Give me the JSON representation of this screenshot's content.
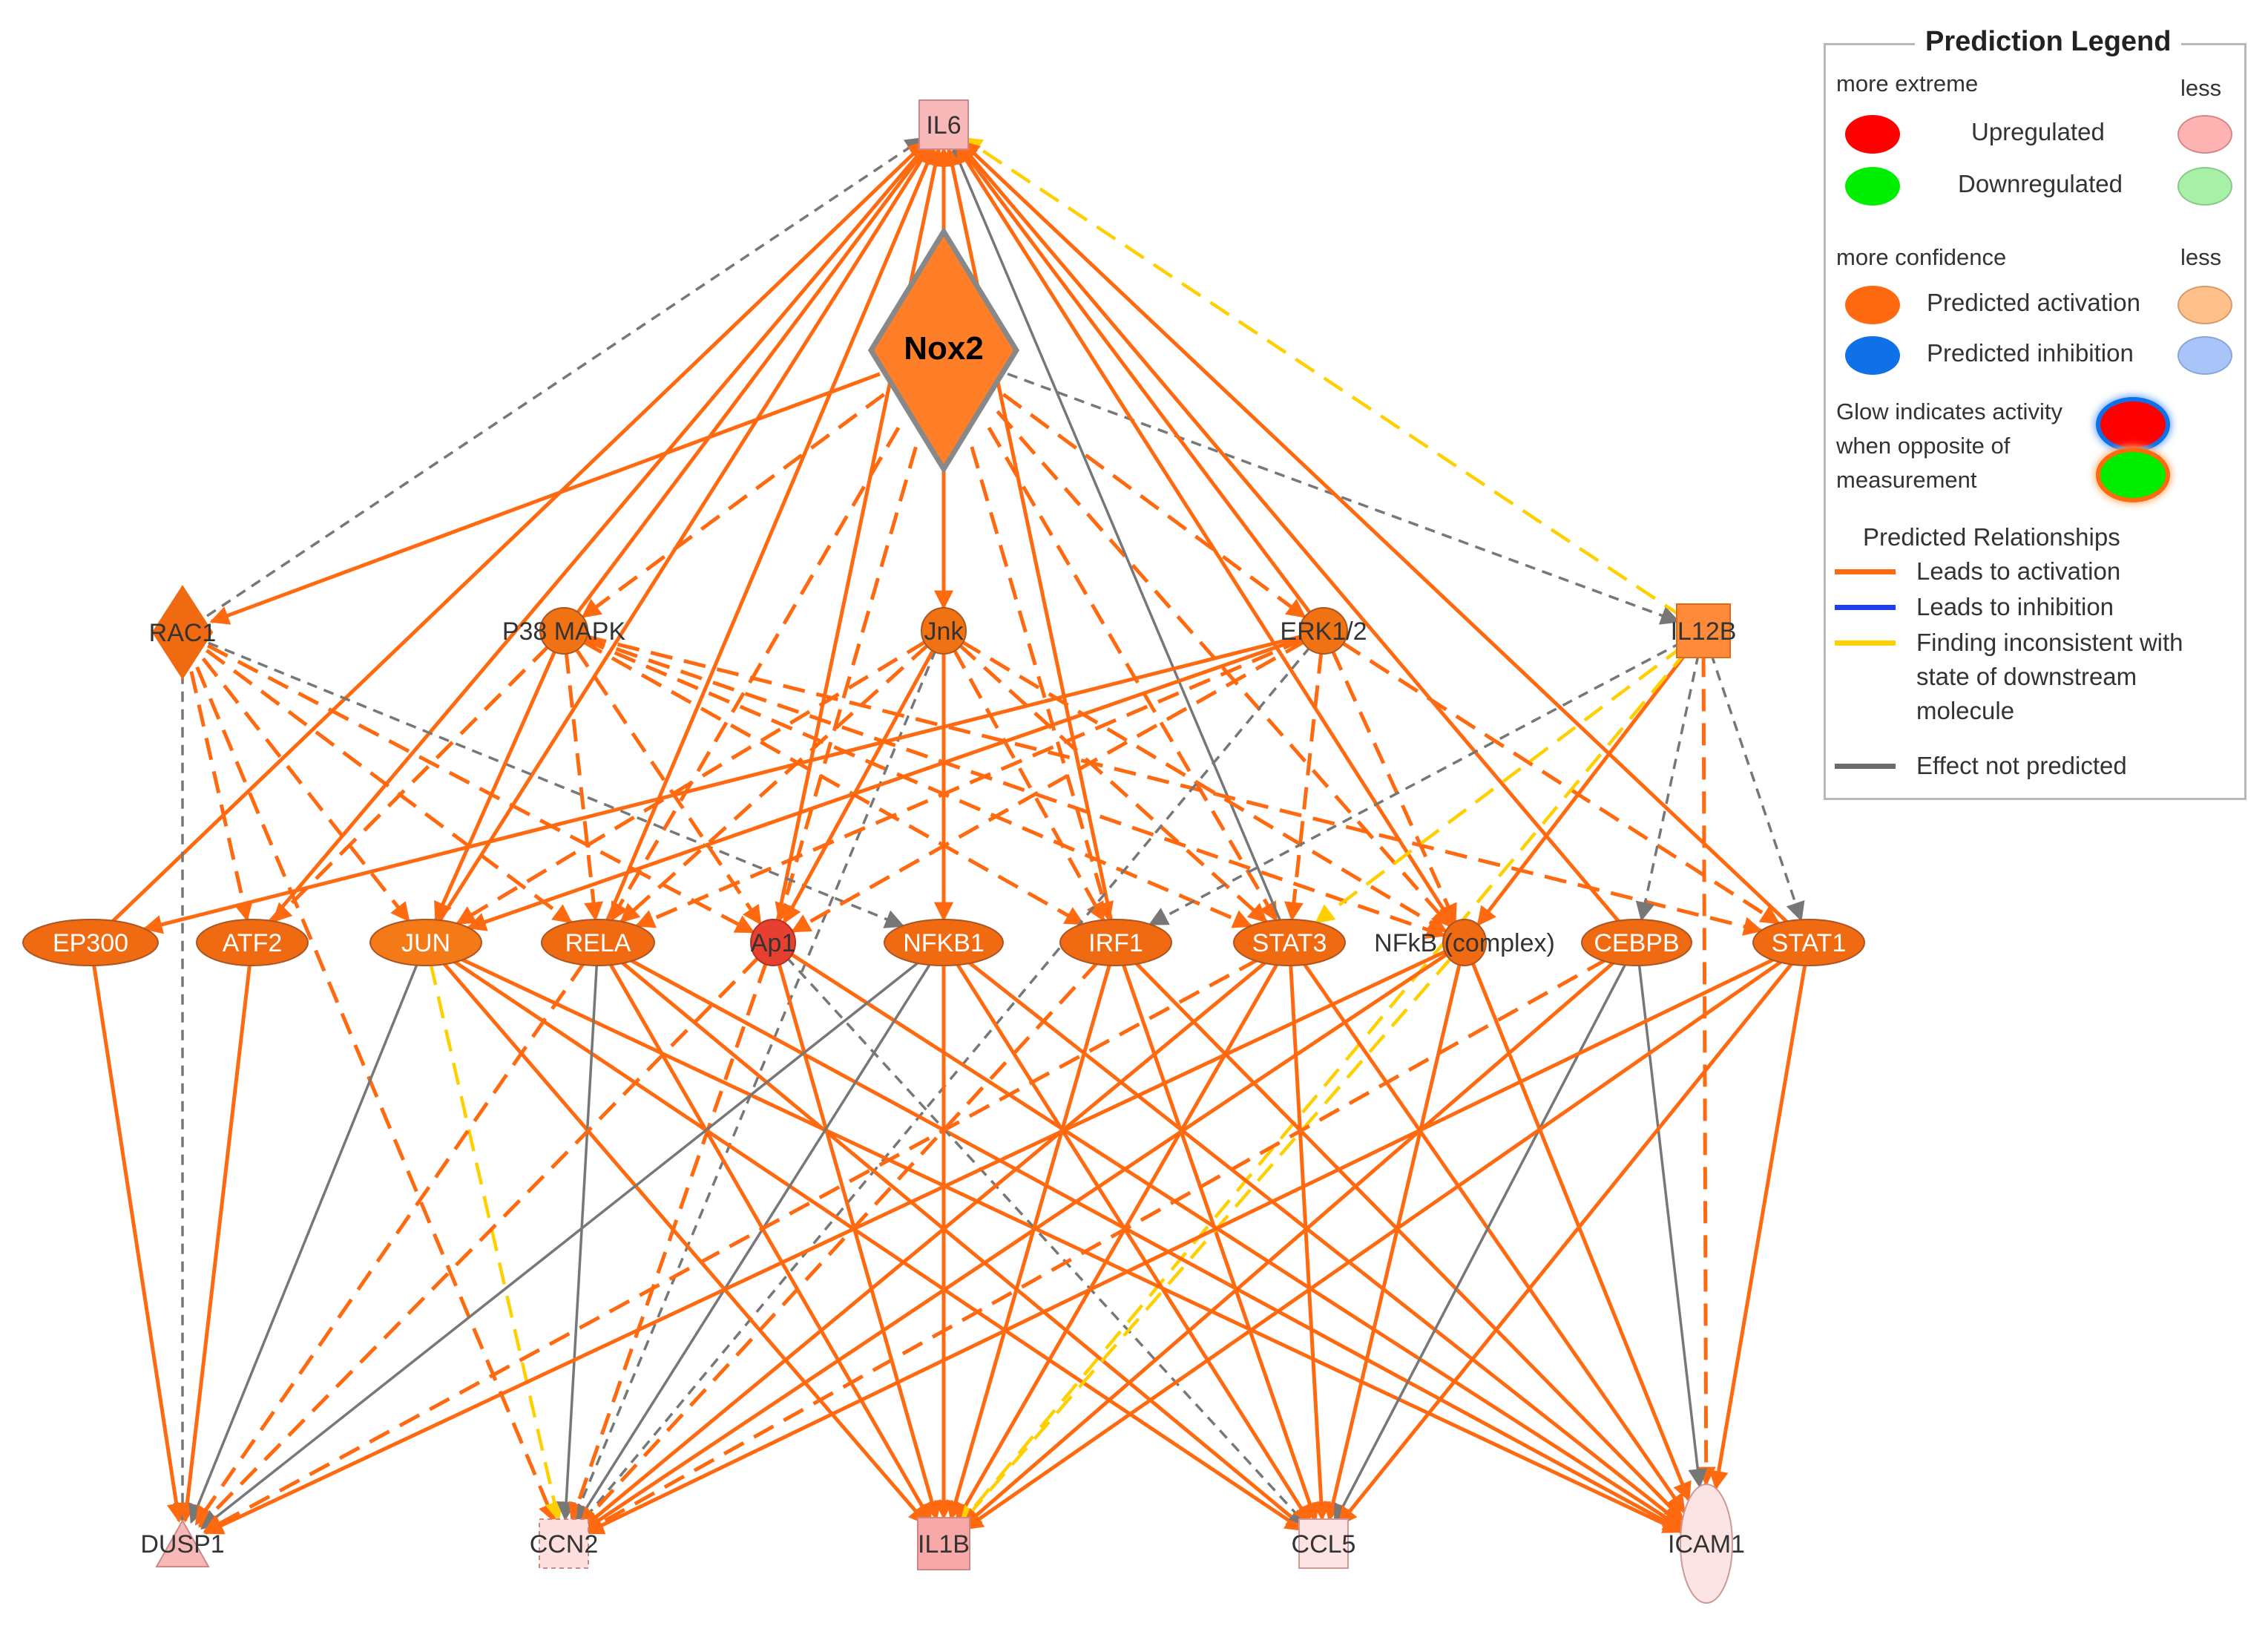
{
  "diagram": {
    "center_node": "Nox2",
    "nodes": [
      {
        "id": "IL6",
        "label": "IL6",
        "shape": "square",
        "fill": "#f9b8b8",
        "stroke": "#cc8888"
      },
      {
        "id": "Nox2",
        "label": "Nox2",
        "shape": "diamond",
        "fill": "#ff7e28",
        "stroke": "#888888"
      },
      {
        "id": "RAC1",
        "label": "RAC1",
        "shape": "diamond",
        "fill": "#f06a12",
        "stroke": "#f06a12"
      },
      {
        "id": "P38MAPK",
        "label": "P38 MAPK",
        "shape": "ellipse",
        "fill": "#f07212",
        "stroke": "#aa5522"
      },
      {
        "id": "Jnk",
        "label": "Jnk",
        "shape": "ellipse",
        "fill": "#f07212",
        "stroke": "#aa5522"
      },
      {
        "id": "ERK12",
        "label": "ERK1/2",
        "shape": "ellipse",
        "fill": "#f07212",
        "stroke": "#aa5522"
      },
      {
        "id": "IL12B",
        "label": "IL12B",
        "shape": "square",
        "fill": "#ff8a3a",
        "stroke": "#dd6a1a"
      },
      {
        "id": "EP300",
        "label": "EP300",
        "shape": "ellipse",
        "fill": "#f06a12",
        "stroke": "#aa5522"
      },
      {
        "id": "ATF2",
        "label": "ATF2",
        "shape": "ellipse",
        "fill": "#f06a12",
        "stroke": "#aa5522"
      },
      {
        "id": "JUN",
        "label": "JUN",
        "shape": "ellipse",
        "fill": "#f47a18",
        "stroke": "#aa5522"
      },
      {
        "id": "RELA",
        "label": "RELA",
        "shape": "ellipse",
        "fill": "#f06a12",
        "stroke": "#aa5522"
      },
      {
        "id": "Ap1",
        "label": "Ap1",
        "shape": "ellipse",
        "fill": "#e84030",
        "stroke": "#aa3322"
      },
      {
        "id": "NFKB1",
        "label": "NFKB1",
        "shape": "ellipse",
        "fill": "#f06a12",
        "stroke": "#aa5522"
      },
      {
        "id": "IRF1",
        "label": "IRF1",
        "shape": "ellipse",
        "fill": "#f06a12",
        "stroke": "#aa5522"
      },
      {
        "id": "STAT3",
        "label": "STAT3",
        "shape": "ellipse",
        "fill": "#f06a12",
        "stroke": "#aa5522"
      },
      {
        "id": "NFkB",
        "label": "NFkB (complex)",
        "shape": "ellipse",
        "fill": "#f06a12",
        "stroke": "#aa5522"
      },
      {
        "id": "CEBPB",
        "label": "CEBPB",
        "shape": "ellipse",
        "fill": "#f06a12",
        "stroke": "#aa5522"
      },
      {
        "id": "STAT1",
        "label": "STAT1",
        "shape": "ellipse",
        "fill": "#f06a12",
        "stroke": "#aa5522"
      },
      {
        "id": "DUSP1",
        "label": "DUSP1",
        "shape": "triangle",
        "fill": "#f9b8b8",
        "stroke": "#cc8888"
      },
      {
        "id": "CCN2",
        "label": "CCN2",
        "shape": "dashed-square",
        "fill": "#fde0de",
        "stroke": "#cc8888"
      },
      {
        "id": "IL1B",
        "label": "IL1B",
        "shape": "square",
        "fill": "#f9a8a8",
        "stroke": "#cc8888"
      },
      {
        "id": "CCL5",
        "label": "CCL5",
        "shape": "square",
        "fill": "#fde4e4",
        "stroke": "#cc9999"
      },
      {
        "id": "ICAM1",
        "label": "ICAM1",
        "shape": "tall-ellipse",
        "fill": "#fde4e4",
        "stroke": "#cc9999"
      }
    ],
    "edges": [
      [
        "Nox2",
        "IL6",
        "a",
        "s"
      ],
      [
        "Nox2",
        "RAC1",
        "a",
        "s"
      ],
      [
        "Nox2",
        "P38MAPK",
        "a",
        "d"
      ],
      [
        "Nox2",
        "Jnk",
        "a",
        "s"
      ],
      [
        "Nox2",
        "ERK12",
        "a",
        "d"
      ],
      [
        "Nox2",
        "IL12B",
        "n",
        "d"
      ],
      [
        "Nox2",
        "RELA",
        "a",
        "d"
      ],
      [
        "Nox2",
        "Ap1",
        "a",
        "d"
      ],
      [
        "Nox2",
        "NFKB1",
        "a",
        "s"
      ],
      [
        "Nox2",
        "IRF1",
        "a",
        "d"
      ],
      [
        "Nox2",
        "STAT3",
        "a",
        "d"
      ],
      [
        "Nox2",
        "NFkB",
        "a",
        "d"
      ],
      [
        "Nox2",
        "IL1B",
        "a",
        "d"
      ],
      [
        "RAC1",
        "IL6",
        "n",
        "d"
      ],
      [
        "IL12B",
        "IL6",
        "y",
        "d"
      ],
      [
        "STAT3",
        "IL6",
        "n",
        "s"
      ],
      [
        "NFkB",
        "IL6",
        "a",
        "s"
      ],
      [
        "NFKB1",
        "IL6",
        "a",
        "s"
      ],
      [
        "RELA",
        "IL6",
        "a",
        "s"
      ],
      [
        "JUN",
        "IL6",
        "a",
        "s"
      ],
      [
        "EP300",
        "IL6",
        "a",
        "s"
      ],
      [
        "CEBPB",
        "IL6",
        "a",
        "s"
      ],
      [
        "STAT1",
        "IL6",
        "a",
        "s"
      ],
      [
        "Ap1",
        "IL6",
        "a",
        "s"
      ],
      [
        "ERK12",
        "IL6",
        "a",
        "s"
      ],
      [
        "P38MAPK",
        "IL6",
        "a",
        "s"
      ],
      [
        "Jnk",
        "IL6",
        "a",
        "s"
      ],
      [
        "IRF1",
        "IL6",
        "a",
        "s"
      ],
      [
        "ATF2",
        "IL6",
        "a",
        "s"
      ],
      [
        "RAC1",
        "ATF2",
        "a",
        "d"
      ],
      [
        "RAC1",
        "JUN",
        "a",
        "d"
      ],
      [
        "RAC1",
        "RELA",
        "a",
        "d"
      ],
      [
        "RAC1",
        "Ap1",
        "a",
        "d"
      ],
      [
        "RAC1",
        "NFKB1",
        "n",
        "d"
      ],
      [
        "RAC1",
        "DUSP1",
        "n",
        "d"
      ],
      [
        "RAC1",
        "CCN2",
        "a",
        "d"
      ],
      [
        "P38MAPK",
        "JUN",
        "a",
        "s"
      ],
      [
        "P38MAPK",
        "ATF2",
        "a",
        "d"
      ],
      [
        "P38MAPK",
        "RELA",
        "a",
        "d"
      ],
      [
        "P38MAPK",
        "STAT3",
        "a",
        "d"
      ],
      [
        "P38MAPK",
        "STAT1",
        "a",
        "d"
      ],
      [
        "P38MAPK",
        "NFkB",
        "a",
        "d"
      ],
      [
        "P38MAPK",
        "IRF1",
        "a",
        "d"
      ],
      [
        "P38MAPK",
        "Ap1",
        "a",
        "d"
      ],
      [
        "Jnk",
        "JUN",
        "a",
        "d"
      ],
      [
        "Jnk",
        "Ap1",
        "a",
        "s"
      ],
      [
        "Jnk",
        "NFKB1",
        "a",
        "s"
      ],
      [
        "Jnk",
        "STAT3",
        "a",
        "d"
      ],
      [
        "Jnk",
        "RELA",
        "a",
        "d"
      ],
      [
        "Jnk",
        "NFkB",
        "a",
        "d"
      ],
      [
        "Jnk",
        "IRF1",
        "a",
        "d"
      ],
      [
        "Jnk",
        "CCN2",
        "n",
        "d"
      ],
      [
        "ERK12",
        "JUN",
        "a",
        "s"
      ],
      [
        "ERK12",
        "EP300",
        "a",
        "s"
      ],
      [
        "ERK12",
        "STAT3",
        "a",
        "d"
      ],
      [
        "ERK12",
        "RELA",
        "a",
        "d"
      ],
      [
        "ERK12",
        "Ap1",
        "a",
        "d"
      ],
      [
        "ERK12",
        "NFkB",
        "a",
        "d"
      ],
      [
        "ERK12",
        "CCN2",
        "n",
        "d"
      ],
      [
        "ERK12",
        "STAT1",
        "a",
        "d"
      ],
      [
        "IL12B",
        "STAT3",
        "y",
        "d"
      ],
      [
        "IL12B",
        "NFkB",
        "a",
        "s"
      ],
      [
        "IL12B",
        "CEBPB",
        "n",
        "d"
      ],
      [
        "IL12B",
        "STAT1",
        "n",
        "d"
      ],
      [
        "IL12B",
        "IRF1",
        "n",
        "d"
      ],
      [
        "IL12B",
        "ICAM1",
        "a",
        "d"
      ],
      [
        "IL12B",
        "IL1B",
        "y",
        "d"
      ],
      [
        "EP300",
        "DUSP1",
        "a",
        "s"
      ],
      [
        "ATF2",
        "DUSP1",
        "a",
        "s"
      ],
      [
        "JUN",
        "DUSP1",
        "n",
        "s"
      ],
      [
        "JUN",
        "CCN2",
        "y",
        "d"
      ],
      [
        "JUN",
        "IL1B",
        "a",
        "s"
      ],
      [
        "JUN",
        "CCL5",
        "a",
        "s"
      ],
      [
        "JUN",
        "ICAM1",
        "a",
        "s"
      ],
      [
        "RELA",
        "CCN2",
        "n",
        "s"
      ],
      [
        "RELA",
        "IL1B",
        "a",
        "s"
      ],
      [
        "RELA",
        "CCL5",
        "a",
        "s"
      ],
      [
        "RELA",
        "ICAM1",
        "a",
        "s"
      ],
      [
        "RELA",
        "DUSP1",
        "a",
        "d"
      ],
      [
        "Ap1",
        "CCN2",
        "a",
        "d"
      ],
      [
        "Ap1",
        "IL1B",
        "a",
        "s"
      ],
      [
        "Ap1",
        "CCL5",
        "n",
        "d"
      ],
      [
        "Ap1",
        "ICAM1",
        "a",
        "s"
      ],
      [
        "Ap1",
        "DUSP1",
        "a",
        "d"
      ],
      [
        "NFKB1",
        "DUSP1",
        "n",
        "s"
      ],
      [
        "NFKB1",
        "CCN2",
        "n",
        "s"
      ],
      [
        "NFKB1",
        "IL1B",
        "a",
        "s"
      ],
      [
        "NFKB1",
        "CCL5",
        "a",
        "s"
      ],
      [
        "NFKB1",
        "ICAM1",
        "a",
        "s"
      ],
      [
        "IRF1",
        "IL1B",
        "a",
        "s"
      ],
      [
        "IRF1",
        "CCL5",
        "a",
        "s"
      ],
      [
        "IRF1",
        "ICAM1",
        "a",
        "s"
      ],
      [
        "IRF1",
        "CCN2",
        "a",
        "d"
      ],
      [
        "STAT3",
        "IL1B",
        "a",
        "s"
      ],
      [
        "STAT3",
        "CCL5",
        "a",
        "s"
      ],
      [
        "STAT3",
        "ICAM1",
        "a",
        "s"
      ],
      [
        "STAT3",
        "CCN2",
        "a",
        "s"
      ],
      [
        "STAT3",
        "DUSP1",
        "a",
        "d"
      ],
      [
        "NFkB",
        "IL1B",
        "y",
        "d"
      ],
      [
        "NFkB",
        "CCL5",
        "a",
        "s"
      ],
      [
        "NFkB",
        "ICAM1",
        "a",
        "s"
      ],
      [
        "NFkB",
        "CCN2",
        "a",
        "s"
      ],
      [
        "NFkB",
        "DUSP1",
        "a",
        "s"
      ],
      [
        "CEBPB",
        "CCL5",
        "n",
        "s"
      ],
      [
        "CEBPB",
        "ICAM1",
        "n",
        "s"
      ],
      [
        "CEBPB",
        "IL1B",
        "a",
        "s"
      ],
      [
        "CEBPB",
        "CCN2",
        "a",
        "d"
      ],
      [
        "STAT1",
        "IL1B",
        "a",
        "s"
      ],
      [
        "STAT1",
        "CCL5",
        "a",
        "s"
      ],
      [
        "STAT1",
        "ICAM1",
        "a",
        "s"
      ],
      [
        "STAT1",
        "CCN2",
        "a",
        "s"
      ]
    ]
  },
  "legend": {
    "title": "Prediction Legend",
    "more_extreme": "more extreme",
    "less1": "less",
    "upregulated": "Upregulated",
    "downregulated": "Downregulated",
    "more_confidence": "more confidence",
    "less2": "less",
    "predicted_activation": "Predicted activation",
    "predicted_inhibition": "Predicted inhibition",
    "glow_line1": "Glow indicates activity",
    "glow_line2": "when opposite of",
    "glow_line3": "measurement",
    "relationships_title": "Predicted Relationships",
    "leads_activation": "Leads to activation",
    "leads_inhibition": "Leads to inhibition",
    "inconsistent_line1": "Finding inconsistent with",
    "inconsistent_line2": "state of downstream",
    "inconsistent_line3": "molecule",
    "not_predicted": "Effect not predicted",
    "colors": {
      "up_strong": "#ff0000",
      "up_weak": "#ffb3b3",
      "down_strong": "#00ee00",
      "down_weak": "#a8f0a8",
      "act_strong": "#ff6a10",
      "act_weak": "#ffc08a",
      "inh_strong": "#1070e8",
      "inh_weak": "#a8c4f8",
      "line_activation": "#ff6a10",
      "line_inhibition": "#1a3ef0",
      "line_inconsistent": "#ffd000",
      "line_not_predicted": "#6a6a6a"
    }
  }
}
